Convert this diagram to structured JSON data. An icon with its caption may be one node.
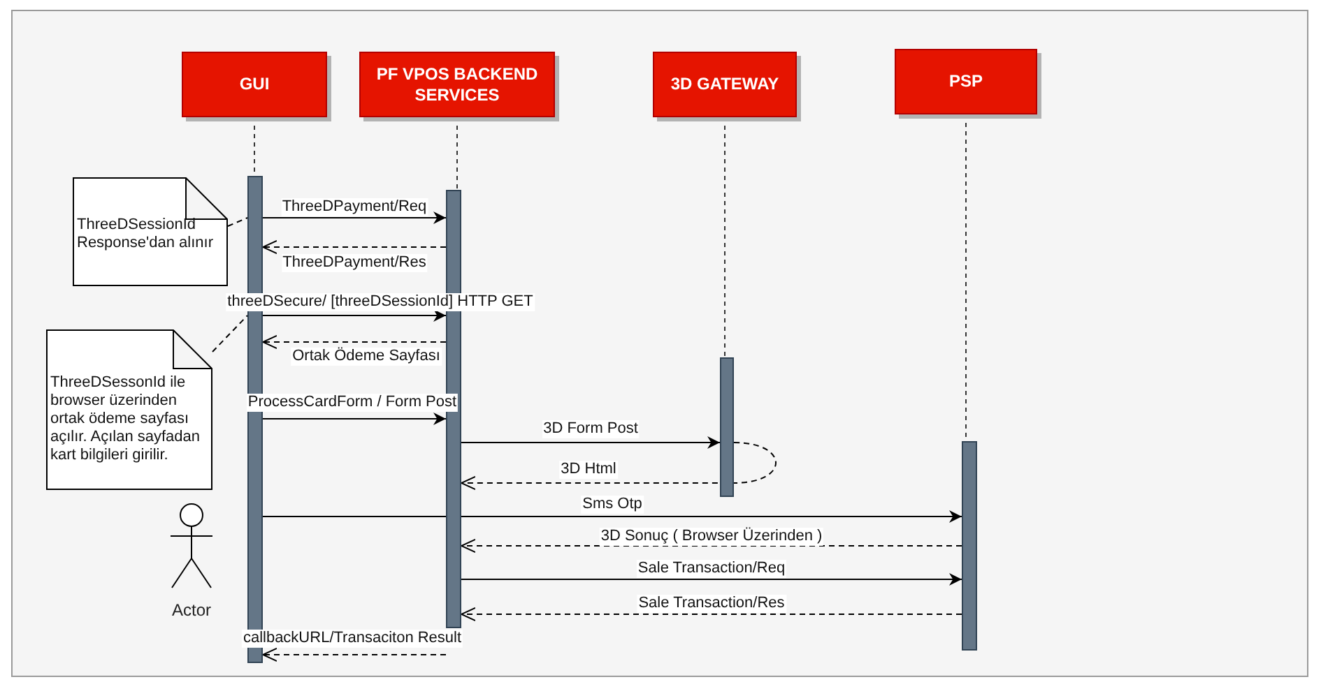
{
  "diagram": {
    "nodes": [
      {
        "text": [
          "GUI"
        ]
      },
      {
        "text": [
          "PF VPOS BACKEND SERVICES"
        ]
      },
      {
        "text": [
          "3D GATEWAY"
        ]
      },
      {
        "text": [
          "PSP"
        ]
      },
      {
        "text": [],
        "shape": "bar"
      },
      {
        "text": [],
        "shape": "bar"
      },
      {
        "text": [],
        "shape": "bar"
      },
      {
        "text": [],
        "shape": "bar"
      },
      {
        "text": [
          "ThreeDSessionId Response'dan alınır"
        ]
      },
      {
        "text": [
          "ThreeDSessonId ile browser üzerinden ortak ödeme sayfası açılır. Açılan sayfadan kart bilgileri girilir."
        ]
      },
      {
        "text": [
          "Actor"
        ]
      }
    ],
    "edges": [
      {
        "from": 0,
        "to": 4,
        "arrow": "none",
        "style": "dashed"
      },
      {
        "from": 1,
        "to": 5,
        "arrow": "none",
        "style": "dashed"
      },
      {
        "from": 2,
        "to": 6,
        "arrow": "none",
        "style": "dashed"
      },
      {
        "from": 3,
        "to": 7,
        "arrow": "none",
        "style": "dashed"
      },
      {
        "from": 4,
        "to": 5,
        "arrow": "to",
        "label": "ThreeDPayment/Req"
      },
      {
        "from": 5,
        "to": 4,
        "arrow": "to",
        "label": "ThreeDPayment/Res",
        "style": "dashed"
      },
      {
        "from": 4,
        "to": 5,
        "arrow": "to",
        "label": "threeDSecure/ [threeDSessionId] HTTP GET"
      },
      {
        "from": 5,
        "to": 4,
        "arrow": "to",
        "label": "Ortak Ödeme Sayfası",
        "style": "dashed"
      },
      {
        "from": 4,
        "to": 5,
        "arrow": "to",
        "label": "ProcessCardForm / Form Post"
      },
      {
        "from": 5,
        "to": 6,
        "arrow": "to",
        "label": "3D Form Post"
      },
      {
        "from": 6,
        "to": 5,
        "arrow": "to",
        "label": "3D Html",
        "style": "dashed"
      },
      {
        "from": 4,
        "to": 7,
        "arrow": "to",
        "label": "Sms Otp"
      },
      {
        "from": 7,
        "to": 5,
        "arrow": "to",
        "label": "3D Sonuç ( Browser Üzerinden )",
        "style": "dashed"
      },
      {
        "from": 5,
        "to": 7,
        "arrow": "to",
        "label": "Sale Transaction/Req"
      },
      {
        "from": 7,
        "to": 5,
        "arrow": "to",
        "label": "Sale Transaction/Res",
        "style": "dashed"
      },
      {
        "from": 5,
        "to": 4,
        "arrow": "to",
        "label": "callbackURL/Transaciton Result",
        "style": "dashed"
      },
      {
        "from": 8,
        "to": 4,
        "arrow": "none",
        "style": "dashed"
      },
      {
        "from": 9,
        "to": 4,
        "arrow": "none",
        "style": "dashed"
      }
    ]
  }
}
